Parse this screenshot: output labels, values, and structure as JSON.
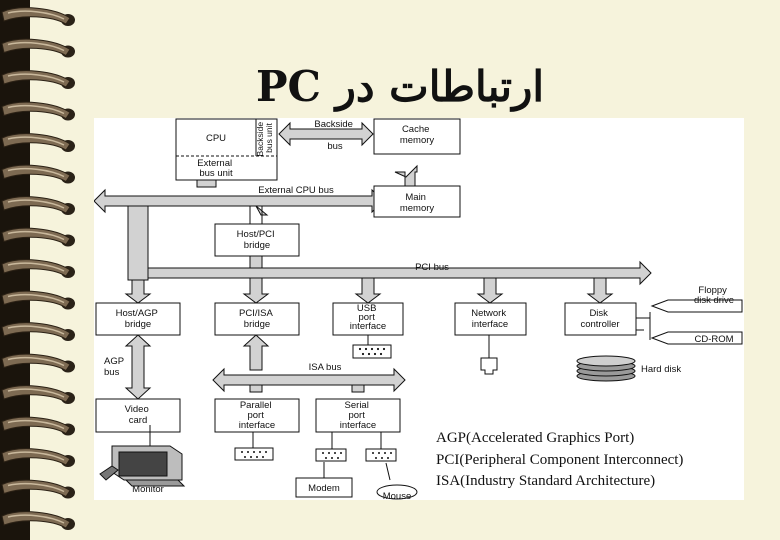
{
  "title": "ارتباطات در PC",
  "diagram": {
    "cpu": "CPU",
    "backside_unit": [
      "Backside",
      "bus unit"
    ],
    "external_bus_unit": [
      "External",
      "bus unit"
    ],
    "backside_bus": [
      "Backside",
      "bus"
    ],
    "cache_memory": [
      "Cache",
      "memory"
    ],
    "external_cpu_bus": "External CPU bus",
    "main_memory": [
      "Main",
      "memory"
    ],
    "host_pci_bridge": [
      "Host/PCI",
      "bridge"
    ],
    "pci_bus": "PCI bus",
    "host_agp_bridge": [
      "Host/AGP",
      "bridge"
    ],
    "pci_isa_bridge": [
      "PCI/ISA",
      "bridge"
    ],
    "usb_port_interface": [
      "USB",
      "port",
      "interface"
    ],
    "network_interface": [
      "Network",
      "interface"
    ],
    "disk_controller": [
      "Disk",
      "controller"
    ],
    "floppy_disk_drive": [
      "Floppy",
      "disk drive"
    ],
    "cd_rom": "CD-ROM",
    "hard_disk": "Hard disk",
    "agp_bus": [
      "AGP",
      "bus"
    ],
    "isa_bus": "ISA bus",
    "video_card": [
      "Video",
      "card"
    ],
    "parallel_port_interface": [
      "Parallel",
      "port",
      "interface"
    ],
    "serial_port_interface": [
      "Serial",
      "port",
      "interface"
    ],
    "monitor": "Monitor",
    "modem": "Modem",
    "mouse": "Mouse"
  },
  "legend": [
    "AGP(Accelerated Graphics Port)",
    "PCI(Peripheral Component Interconnect)",
    "ISA(Industry Standard Architecture)"
  ]
}
